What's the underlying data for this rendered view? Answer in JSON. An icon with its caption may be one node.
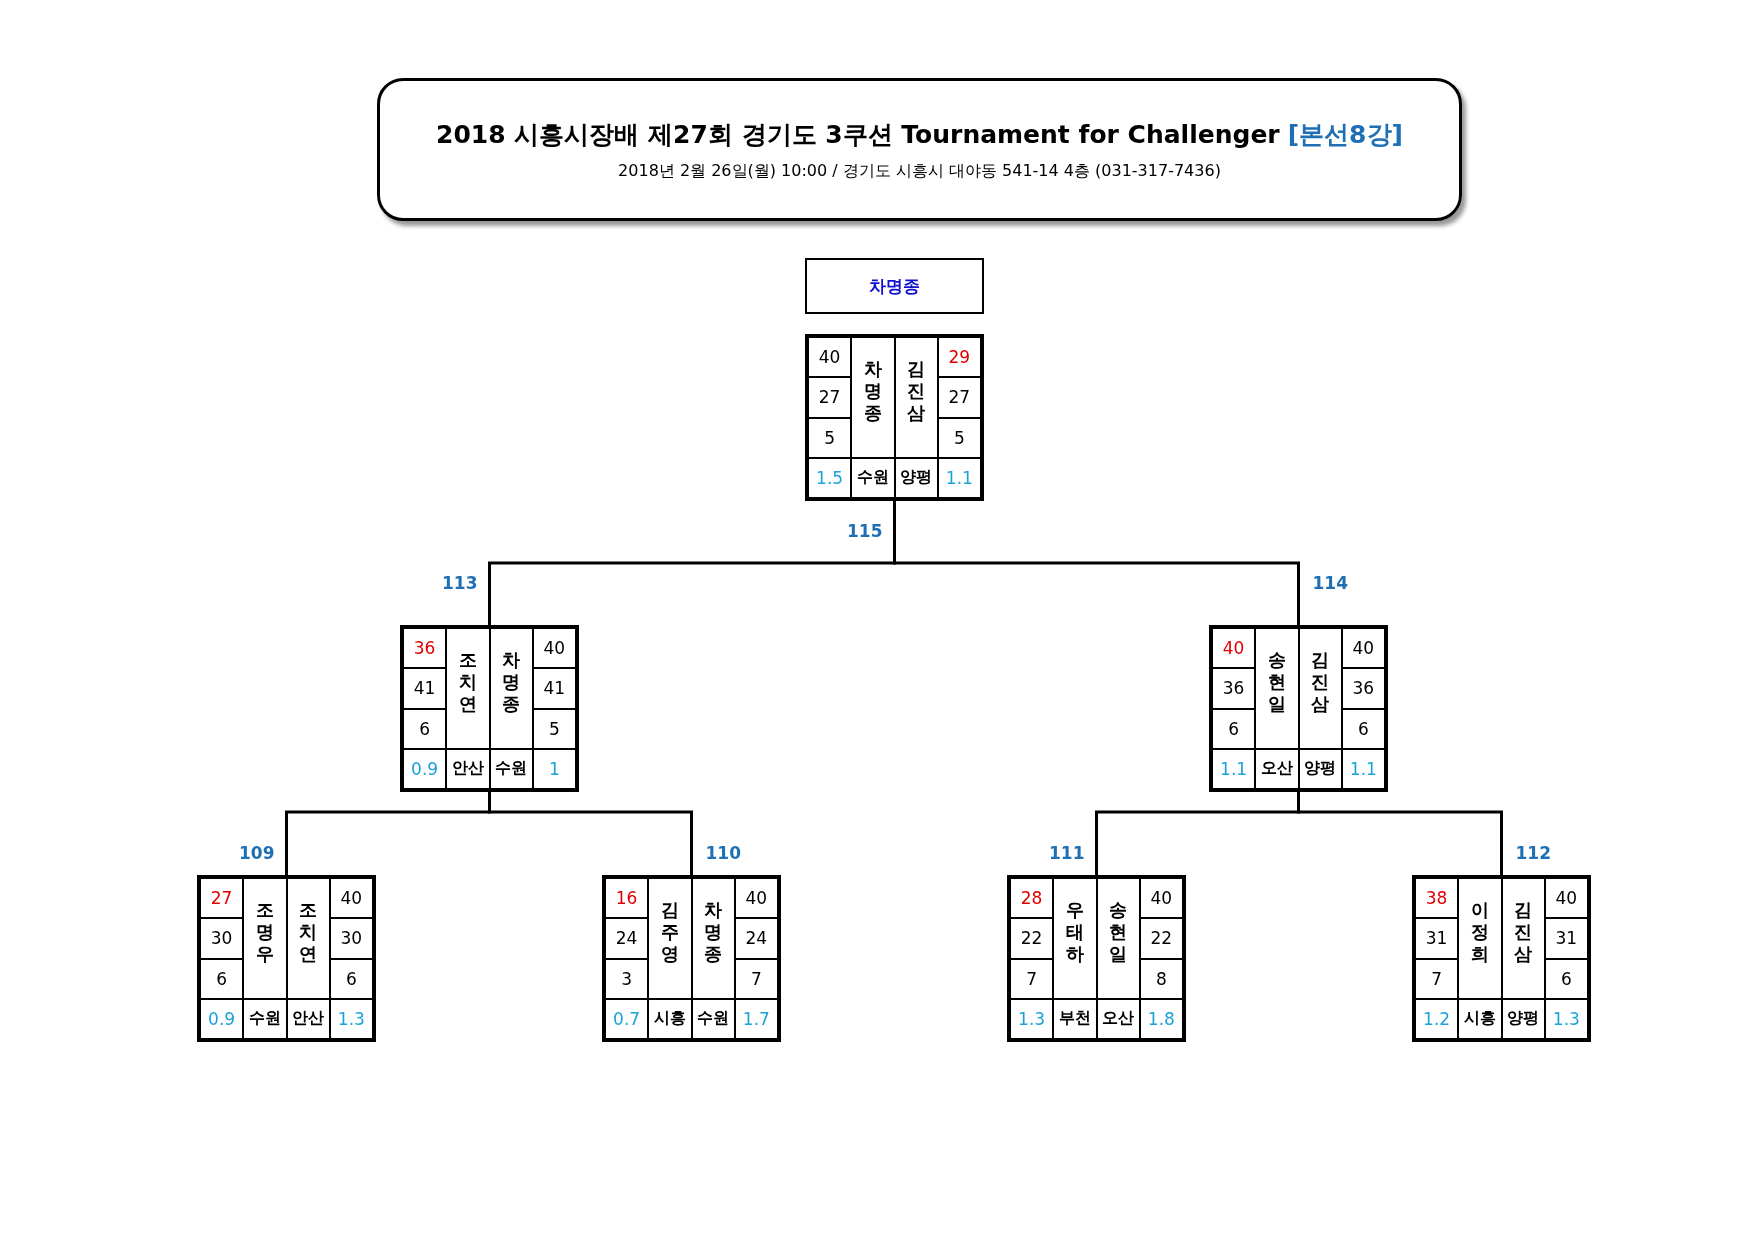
{
  "diagram": {
    "nodes": [
      {
        "text": [
          "2018 시흥시장배  제27회 경기도 3쿠션 Tournament for Challenger",
          "[본선8강]",
          "2018년 2월 26일(월) 10:00 / 경기도 시흥시 대야동 541-14 4층 (031-317-7436)"
        ]
      },
      {
        "text": [
          "차명종"
        ]
      },
      {
        "text": [
          "40",
          "27",
          "5",
          "1.5",
          "차명종",
          "수원",
          "김진삼",
          "양평",
          "29",
          "27",
          "5",
          "1.1"
        ],
        "beside": [
          "115"
        ]
      },
      {
        "text": [
          "36",
          "41",
          "6",
          "0.9",
          "조치연",
          "안산",
          "차명종",
          "수원",
          "40",
          "41",
          "5",
          "1"
        ],
        "beside": [
          "113"
        ]
      },
      {
        "text": [
          "40",
          "36",
          "6",
          "1.1",
          "송현일",
          "오산",
          "김진삼",
          "양평",
          "40",
          "36",
          "6",
          "1.1"
        ],
        "beside": [
          "114"
        ]
      },
      {
        "text": [
          "27",
          "30",
          "6",
          "0.9",
          "조명우",
          "수원",
          "조치연",
          "안산",
          "40",
          "30",
          "6",
          "1.3"
        ],
        "beside": [
          "109"
        ]
      },
      {
        "text": [
          "16",
          "24",
          "3",
          "0.7",
          "김주영",
          "시흥",
          "차명종",
          "수원",
          "40",
          "24",
          "7",
          "1.7"
        ],
        "beside": [
          "110"
        ]
      },
      {
        "text": [
          "28",
          "22",
          "7",
          "1.3",
          "우태하",
          "부천",
          "송현일",
          "오산",
          "40",
          "22",
          "8",
          "1.8"
        ],
        "beside": [
          "111"
        ]
      },
      {
        "text": [
          "38",
          "31",
          "7",
          "1.2",
          "이정희",
          "시흥",
          "김진삼",
          "양평",
          "40",
          "31",
          "6",
          "1.3"
        ],
        "beside": [
          "112"
        ]
      }
    ],
    "edges": [
      {
        "from": 3,
        "to": 2,
        "arrow": "none"
      },
      {
        "from": 4,
        "to": 2,
        "arrow": "none"
      },
      {
        "from": 5,
        "to": 3,
        "arrow": "none"
      },
      {
        "from": 6,
        "to": 3,
        "arrow": "none"
      },
      {
        "from": 7,
        "to": 4,
        "arrow": "none"
      },
      {
        "from": 8,
        "to": 4,
        "arrow": "none"
      }
    ]
  }
}
